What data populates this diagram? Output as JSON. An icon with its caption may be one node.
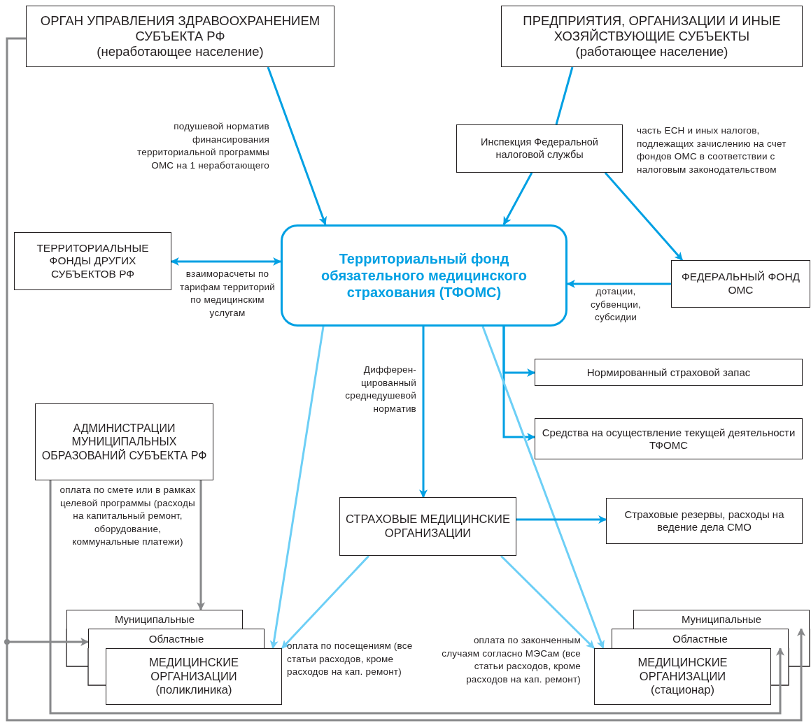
{
  "diagram": {
    "nodes": [
      {
        "text": [
          "ОРГАН УПРАВЛЕНИЯ ЗДРАВООХРАНЕНИЕМ СУБЪЕКТА РФ",
          "(неработающее население)"
        ]
      },
      {
        "text": [
          "ПРЕДПРИЯТИЯ, ОРГАНИЗАЦИИ И ИНЫЕ ХОЗЯЙСТВУЮЩИЕ СУБЪЕКТЫ",
          "(работающее население)"
        ]
      },
      {
        "text": [
          "Инспекция Федеральной налоговой службы"
        ]
      },
      {
        "text": [
          "ТЕРРИТОРИАЛЬНЫЕ ФОНДЫ ДРУГИХ СУБЪЕКТОВ РФ"
        ]
      },
      {
        "text": [
          "Территориальный фонд обязательного медицинского страхования (ТФОМС)"
        ]
      },
      {
        "text": [
          "ФЕДЕРАЛЬНЫЙ ФОНД ОМС"
        ]
      },
      {
        "text": [
          "Нормированный страховой запас"
        ]
      },
      {
        "text": [
          "Средства на осуществление текущей деятельности ТФОМС"
        ]
      },
      {
        "text": [
          "АДМИНИСТРАЦИИ МУНИЦИПАЛЬНЫХ ОБРАЗОВАНИЙ СУБЪЕКТА РФ"
        ]
      },
      {
        "text": [
          "СТРАХОВЫЕ МЕДИЦИНСКИЕ ОРГАНИЗАЦИИ"
        ]
      },
      {
        "text": [
          "Страховые резервы, расходы на ведение дела СМО"
        ]
      },
      {
        "text": [
          "Муниципальные"
        ]
      },
      {
        "text": [
          "Областные"
        ]
      },
      {
        "text": [
          "МЕДИЦИНСКИЕ ОРГАНИЗАЦИИ",
          "(поликлиника)"
        ]
      },
      {
        "text": [
          "Муниципальные"
        ]
      },
      {
        "text": [
          "Областные"
        ]
      },
      {
        "text": [
          "МЕДИЦИНСКИЕ ОРГАНИЗАЦИИ",
          "(стационар)"
        ]
      }
    ],
    "edges": [
      {
        "from": 0,
        "to": 4,
        "arrow": "to",
        "label": "подушевой норматив финансирования территориальной программы ОМС на 1 неработающего"
      },
      {
        "from": 1,
        "to": 2,
        "arrow": "none"
      },
      {
        "from": 2,
        "to": 4,
        "arrow": "to"
      },
      {
        "from": 2,
        "to": 5,
        "arrow": "to",
        "label": "часть ЕСН и иных налогов, подлежащих зачислению на счет фондов ОМС в соответствии с налоговым законодательством"
      },
      {
        "from": 3,
        "to": 4,
        "arrow": "both",
        "label": "взаиморасчеты по тарифам территорий по медицинским услугам"
      },
      {
        "from": 5,
        "to": 4,
        "arrow": "to",
        "label": "дотации, субвенции, субсидии"
      },
      {
        "from": 4,
        "to": 6,
        "arrow": "to"
      },
      {
        "from": 4,
        "to": 7,
        "arrow": "to"
      },
      {
        "from": 4,
        "to": 9,
        "arrow": "to",
        "label": "Дифферен- цированный среднедушевой норматив"
      },
      {
        "from": 4,
        "to": 13,
        "arrow": "to",
        "color": "#6dcff6"
      },
      {
        "from": 4,
        "to": 16,
        "arrow": "to",
        "color": "#6dcff6"
      },
      {
        "from": 9,
        "to": 13,
        "arrow": "to",
        "color": "#6dcff6",
        "label": "оплата по посещениям (все статьи расходов, кроме расходов на кап. ремонт)"
      },
      {
        "from": 9,
        "to": 16,
        "arrow": "to",
        "color": "#6dcff6",
        "label": "оплата по законченным случаям согласно МЭСам (все статьи расходов, кроме расходов на кап. ремонт)"
      },
      {
        "from": 9,
        "to": 10,
        "arrow": "to"
      },
      {
        "from": 8,
        "to": 11,
        "arrow": "to",
        "color": "#87888a",
        "label": "оплата по смете или в рамках целевой программы (расходы на капитальный ремонт, оборудование, коммунальные платежи)"
      },
      {
        "from": 8,
        "to": 15,
        "arrow": "to",
        "color": "#87888a"
      },
      {
        "from": 0,
        "to": 12,
        "arrow": "to",
        "color": "#87888a"
      },
      {
        "from": 0,
        "to": 14,
        "arrow": "to",
        "color": "#87888a"
      }
    ]
  }
}
